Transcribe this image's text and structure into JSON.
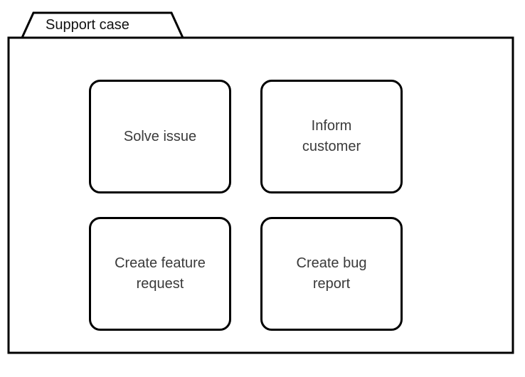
{
  "package": {
    "tab_label": "Support case"
  },
  "activities": [
    {
      "label": "Solve issue"
    },
    {
      "label": "Inform\ncustomer"
    },
    {
      "label": "Create feature\nrequest"
    },
    {
      "label": "Create bug\nreport"
    }
  ],
  "colors": {
    "stroke": "#000000",
    "text": "#3a3a3a",
    "background": "#ffffff"
  }
}
